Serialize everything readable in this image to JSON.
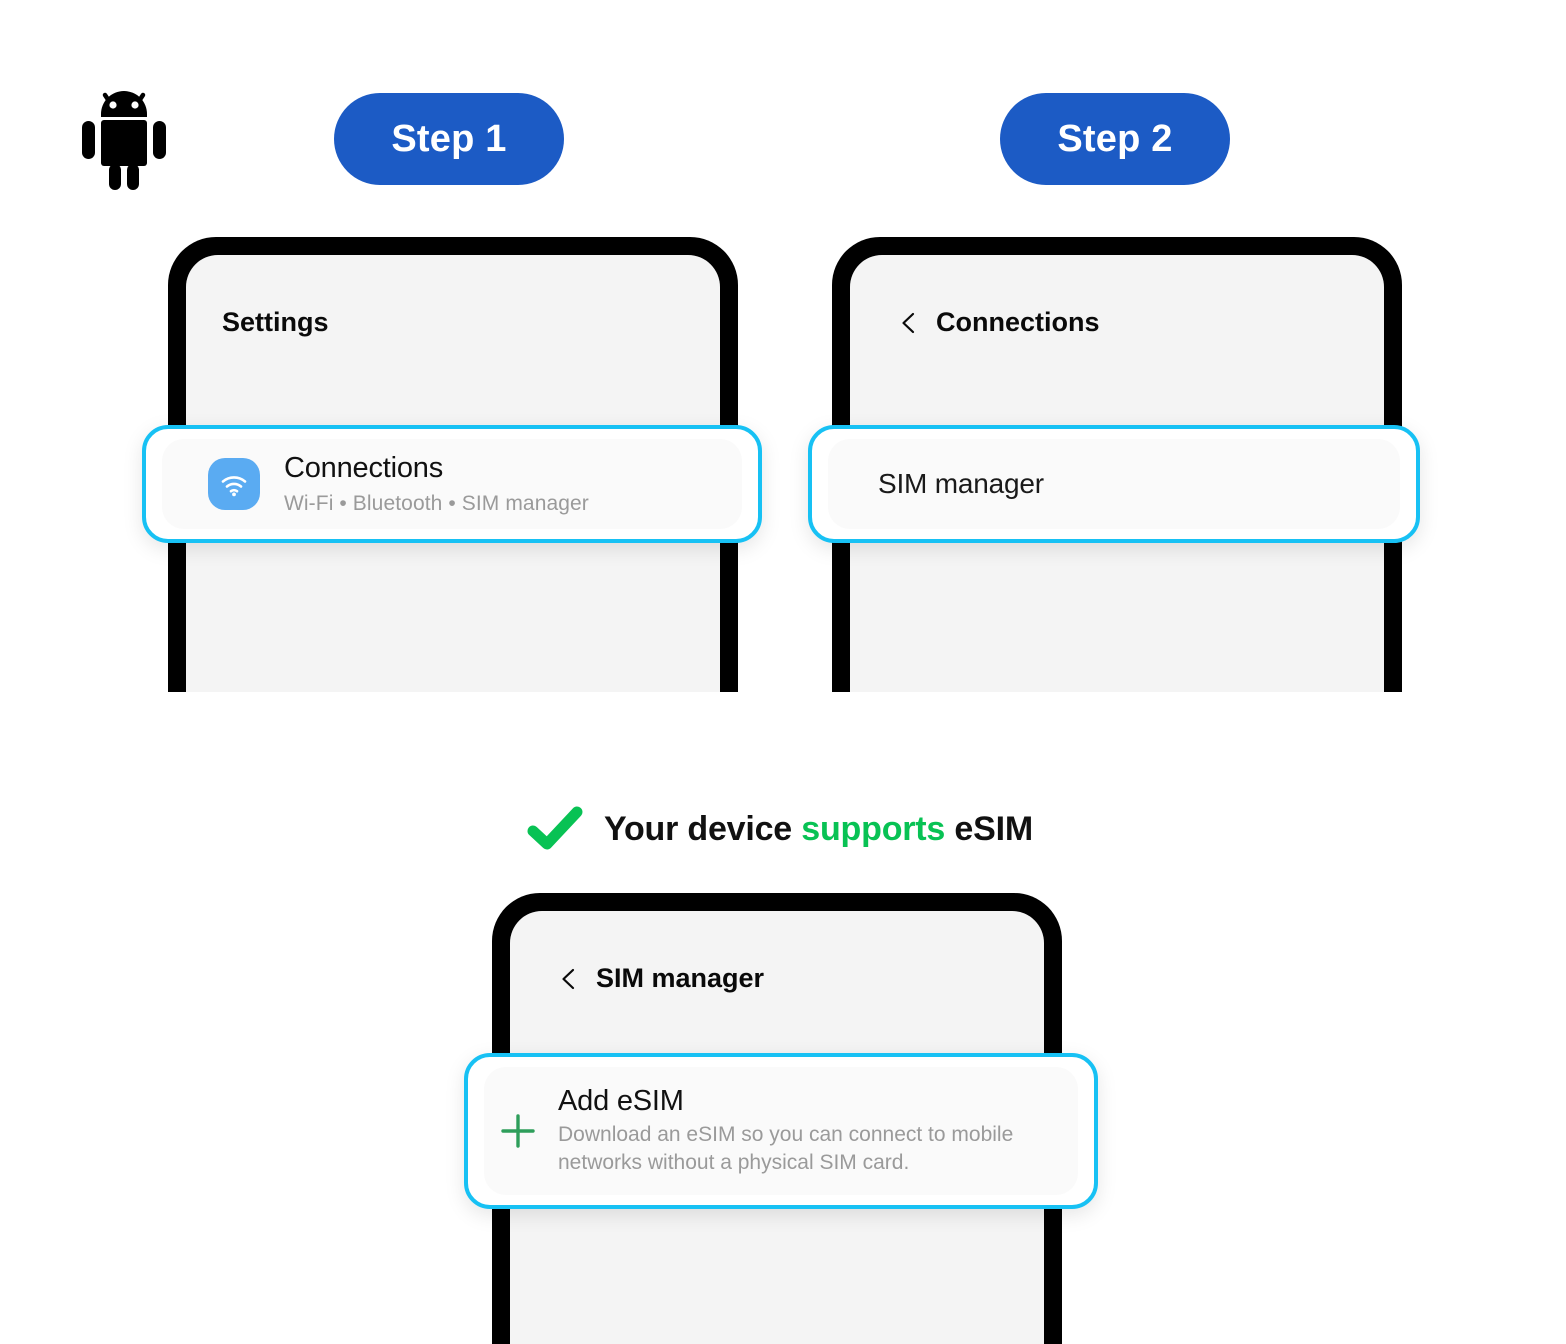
{
  "page": {
    "background_color": "#ffffff",
    "accent_blue": "#1c5bc5",
    "highlight_cyan": "#17c1f4",
    "success_green": "#08c254",
    "plus_green": "#2e9e5b",
    "wifi_tile_blue": "#5aabf2"
  },
  "logo": {
    "icon": "android-robot-icon"
  },
  "steps": [
    {
      "label": "Step 1"
    },
    {
      "label": "Step 2"
    }
  ],
  "phone1": {
    "header": {
      "title": "Settings",
      "has_back": false
    },
    "row": {
      "icon": "wifi-icon",
      "title": "Connections",
      "subtitle": "Wi-Fi  •  Bluetooth  •  SIM manager"
    }
  },
  "phone2": {
    "header": {
      "title": "Connections",
      "has_back": true,
      "back_icon": "chevron-left-icon"
    },
    "row": {
      "title": "SIM manager"
    }
  },
  "banner": {
    "icon": "green-check-icon",
    "text_before": "Your device ",
    "text_accent": "supports",
    "text_after": " eSIM"
  },
  "phone3": {
    "header": {
      "title": "SIM manager",
      "has_back": true,
      "back_icon": "chevron-left-icon"
    },
    "row": {
      "icon": "plus-icon",
      "title": "Add eSIM",
      "description": "Download an eSIM so you can connect to mobile networks without a physical SIM card."
    }
  }
}
